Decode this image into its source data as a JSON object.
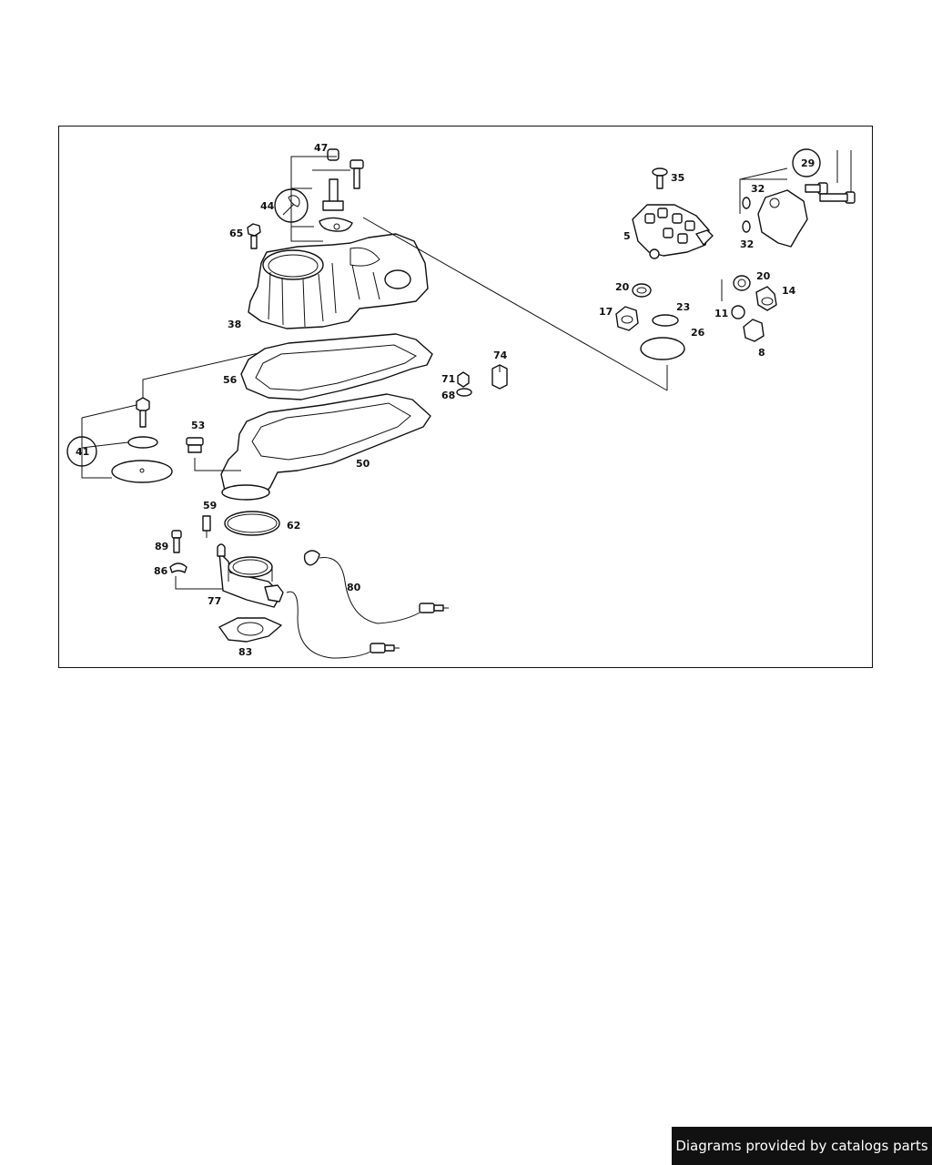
{
  "labels": {
    "l47": "47",
    "l44": "44",
    "l65": "65",
    "l38": "38",
    "l35": "35",
    "l29": "29",
    "l32a": "32",
    "l32b": "32",
    "l5": "5",
    "l20a": "20",
    "l20b": "20",
    "l14": "14",
    "l17": "17",
    "l23": "23",
    "l11": "11",
    "l26": "26",
    "l8": "8",
    "l74": "74",
    "l71": "71",
    "l68": "68",
    "l56": "56",
    "l53": "53",
    "l41": "41",
    "l50": "50",
    "l59": "59",
    "l62": "62",
    "l89": "89",
    "l86": "86",
    "l80": "80",
    "l77": "77",
    "l83": "83"
  },
  "footer": {
    "text": "Diagrams provided by catalogs parts"
  }
}
